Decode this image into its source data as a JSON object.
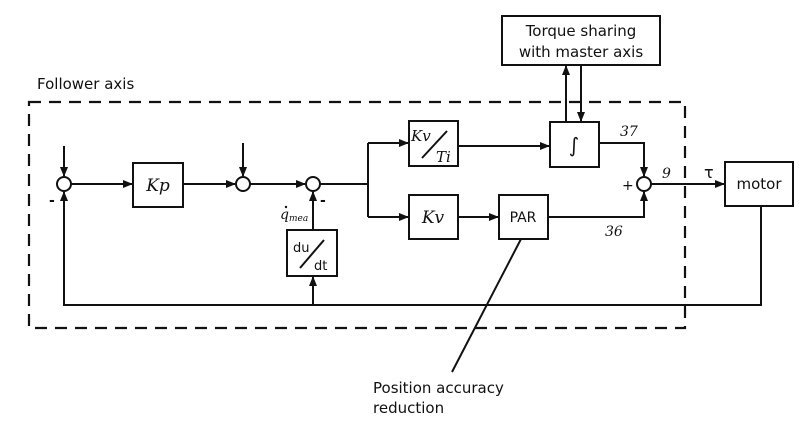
{
  "diagram": {
    "title": "Follower axis control loop",
    "group_label": "Follower axis",
    "blocks": {
      "torque_sharing": {
        "line1": "Torque sharing",
        "line2": "with master axis"
      },
      "kp": "Kp",
      "kv_ti": {
        "num": "Kv",
        "den": "Ti"
      },
      "integrator": "∫",
      "kv": "Kv",
      "par": "PAR",
      "du_dt": {
        "num": "du",
        "den": "dt"
      },
      "motor": "motor"
    },
    "signals": {
      "q_meas": "q",
      "q_meas_sub": "mea",
      "sig_37": "37",
      "sig_36": "36",
      "sig_9": "9",
      "tau": "τ"
    },
    "signs": {
      "sum1_minus": "-",
      "sum3_minus": "-",
      "sum4_plus": "+"
    },
    "annotation": {
      "line1": "Position accuracy",
      "line2": "reduction"
    }
  }
}
